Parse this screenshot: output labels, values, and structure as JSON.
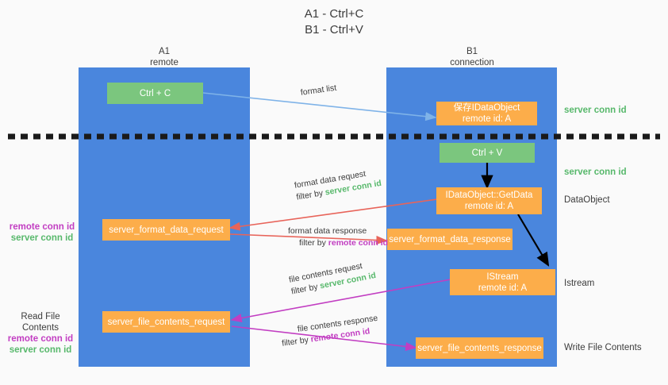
{
  "title": {
    "line1": "A1 - Ctrl+C",
    "line2": "B1 - Ctrl+V"
  },
  "lanes": {
    "a": {
      "name": "A1",
      "sub": "remote"
    },
    "b": {
      "name": "B1",
      "sub": "connection"
    }
  },
  "boxes": {
    "ctrl_c": "Ctrl + C",
    "ctrl_v": "Ctrl + V",
    "save_dataobject": {
      "line1": "保存IDataObject",
      "line2": "remote id: A"
    },
    "getdata": {
      "line1": "IDataObject::GetData",
      "line2": "remote id: A"
    },
    "istream": {
      "line1": "IStream",
      "line2": "remote id: A"
    },
    "format_data_request": "server_format_data_request",
    "format_data_response": "server_format_data_response",
    "file_contents_request": "server_file_contents_request",
    "file_contents_response": "server_file_contents_response"
  },
  "edges": {
    "format_list": "format list",
    "format_data_request": {
      "line1": "format data request",
      "prefix": "filter by ",
      "id": "server conn id"
    },
    "format_data_response": {
      "line1": "format data response",
      "prefix": "filter by ",
      "id": "remote conn id"
    },
    "file_contents_request": {
      "line1": "file contents request",
      "prefix": "filter by ",
      "id": "server conn id"
    },
    "file_contents_response": {
      "line1": "file contents response",
      "prefix": "filter by ",
      "id": "remote conn id"
    }
  },
  "left_labels": {
    "format_remote": "remote conn id",
    "format_server": "server conn id",
    "read_file_contents": "Read File Contents",
    "file_remote": "remote conn id",
    "file_server": "server conn id"
  },
  "right_labels": {
    "server_conn_top": "server conn id",
    "server_conn_mid": "server conn id",
    "dataobject": "DataObject",
    "istream": "Istream",
    "write_file_contents": "Write File Contents"
  },
  "colors": {
    "lane": "#4a86dd",
    "green_box": "#7bc67e",
    "orange_box": "#fcad4a",
    "green_text": "#57b86b",
    "purple_text": "#c23ec2",
    "blue_arrow": "#7fb3e8",
    "red_arrow": "#e8645a",
    "magenta_arrow": "#c23ec2",
    "black_arrow": "#000000"
  }
}
